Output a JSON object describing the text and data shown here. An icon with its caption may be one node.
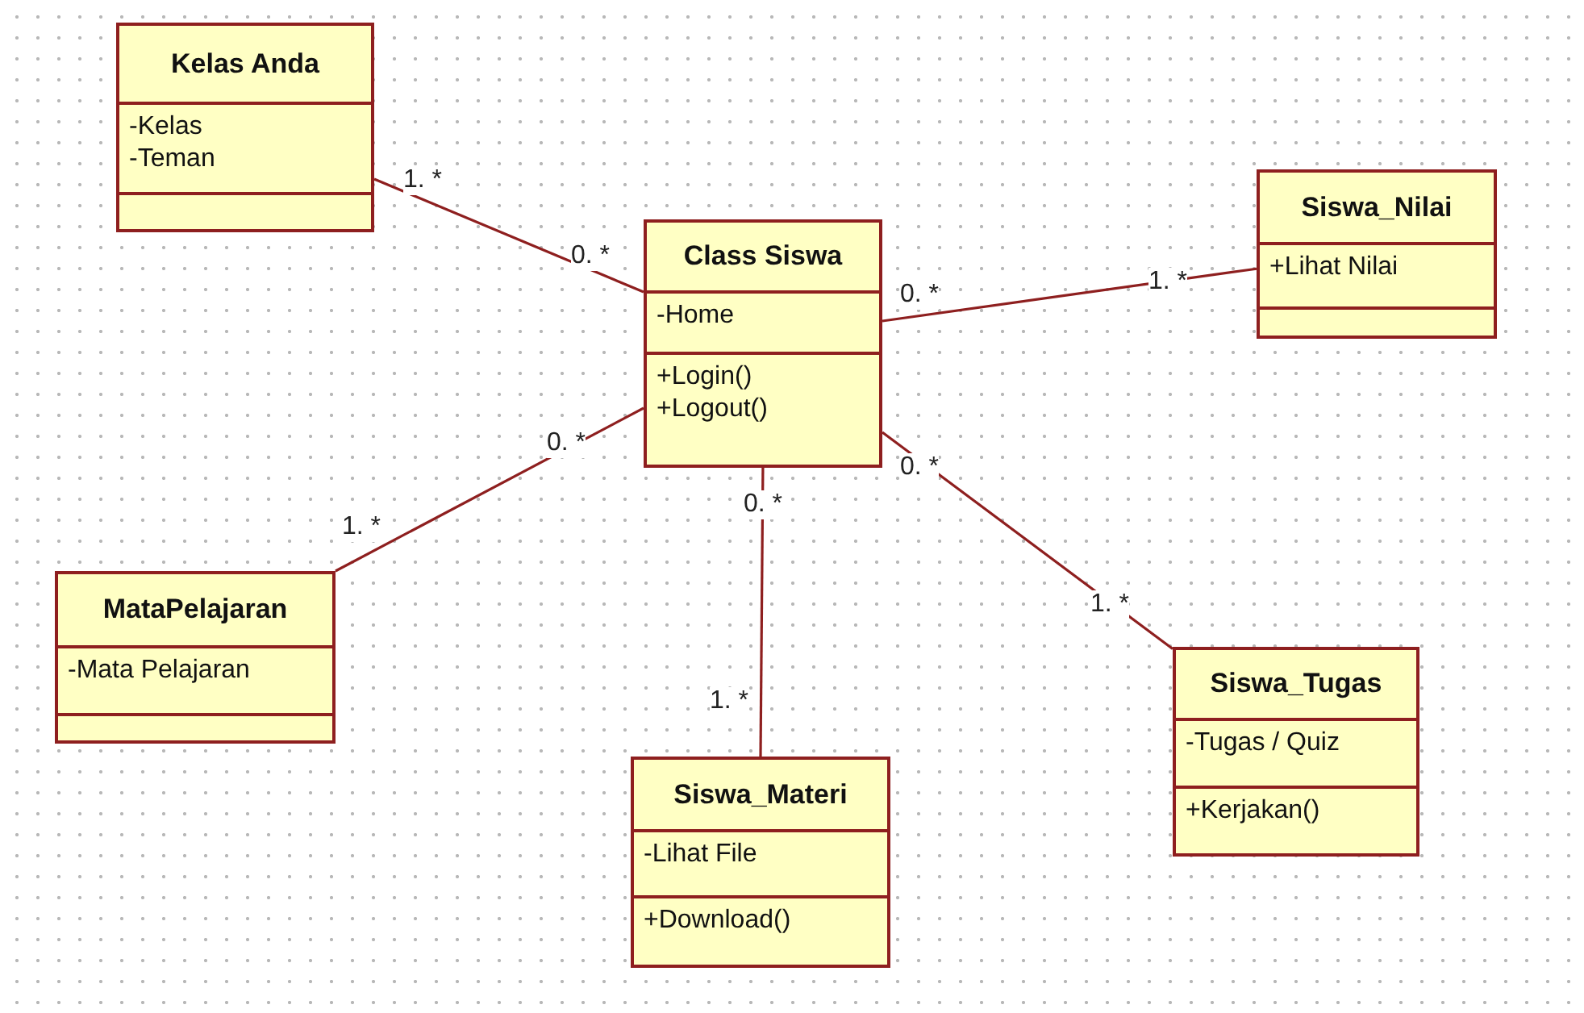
{
  "diagram": {
    "nodes": [
      {
        "text": [
          "Kelas Anda"
        ]
      },
      {
        "text": [
          "-Kelas",
          "-Teman"
        ],
        "in": 0
      },
      {
        "text": [],
        "shape": "box",
        "in": 0
      },
      {
        "text": [
          "Siswa_Nilai"
        ]
      },
      {
        "text": [
          "+Lihat Nilai"
        ],
        "in": 3
      },
      {
        "text": [],
        "shape": "box",
        "in": 3
      },
      {
        "text": [
          "Class Siswa"
        ]
      },
      {
        "text": [
          "-Home"
        ],
        "in": 6
      },
      {
        "text": [
          "+Login()",
          "+Logout()"
        ],
        "in": 6
      },
      {
        "text": [
          "MataPelajaran"
        ]
      },
      {
        "text": [
          "-Mata Pelajaran"
        ],
        "in": 9
      },
      {
        "text": [],
        "shape": "box",
        "in": 9
      },
      {
        "text": [
          "Siswa_Tugas"
        ]
      },
      {
        "text": [
          "-Tugas / Quiz"
        ],
        "in": 12
      },
      {
        "text": [
          "+Kerjakan()"
        ],
        "in": 12
      },
      {
        "text": [
          "Siswa_Materi"
        ]
      },
      {
        "text": [
          "-Lihat File"
        ],
        "in": 15
      },
      {
        "text": [
          "+Download()"
        ],
        "in": 15
      }
    ],
    "edges": [
      {
        "from": 0,
        "to": 6,
        "arrow": "none"
      },
      {
        "from": 6,
        "to": 3,
        "arrow": "none"
      },
      {
        "from": 6,
        "to": 9,
        "arrow": "none"
      },
      {
        "from": 6,
        "to": 15,
        "arrow": "none"
      },
      {
        "from": 6,
        "to": 12,
        "arrow": "none"
      }
    ],
    "labels": [
      "1. *",
      "0. *",
      "1. *",
      "0. *",
      "0. *",
      "0. *",
      "0. *",
      "1. *",
      "1. *",
      "1. *"
    ]
  }
}
